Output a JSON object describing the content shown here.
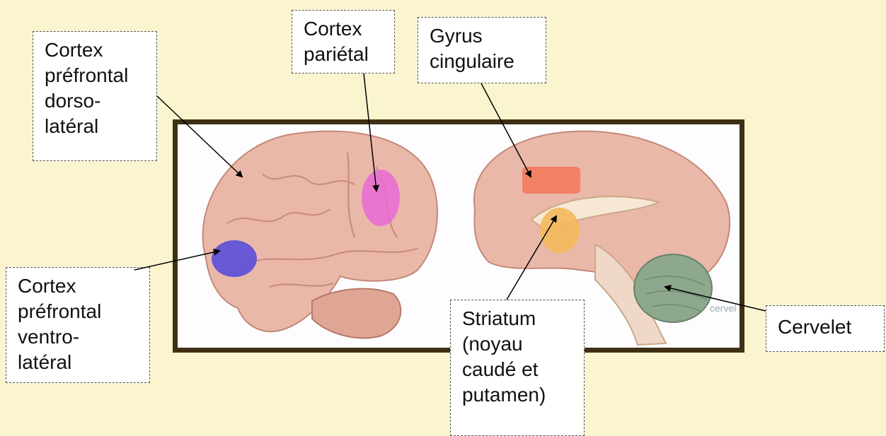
{
  "labels": {
    "dlpfc": [
      "Cortex",
      "préfrontal",
      "dorso-",
      "latéral"
    ],
    "parietal": [
      "Cortex",
      "pariétal"
    ],
    "cingulate": [
      "Gyrus",
      "cingulaire"
    ],
    "vlpfc": [
      "Cortex",
      "préfrontal",
      "ventro-",
      "latéral"
    ],
    "striatum": [
      "Striatum",
      "(noyau",
      "caudé et",
      "putamen)"
    ],
    "cerebellum": [
      "Cervelet"
    ]
  },
  "watermark": "cervel",
  "colors": {
    "background": "#fbf5cf",
    "frame": "#3f2f14",
    "brain": "#eab8a8",
    "vlpfc_highlight": "#5a4ed8",
    "parietal_highlight": "#e86ad6",
    "cingulate_highlight": "#f27a5c",
    "striatum_highlight": "#f4b85a",
    "cerebellum_highlight": "#9cb89c"
  }
}
